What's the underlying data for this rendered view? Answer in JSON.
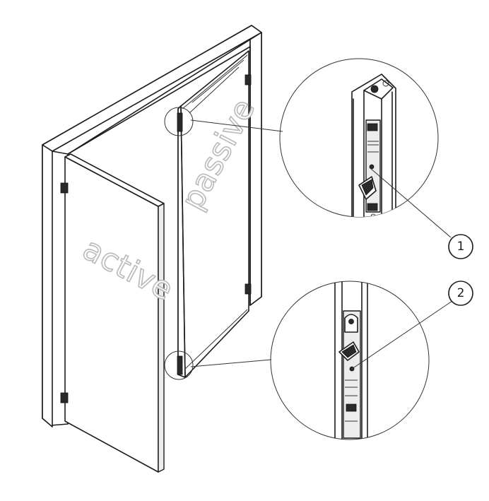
{
  "labels": {
    "active": "active",
    "passive": "passive"
  },
  "callouts": [
    {
      "number": "1"
    },
    {
      "number": "2"
    }
  ],
  "colors": {
    "line": "#1c1c1c",
    "door_text_outline": "#b9b9b9",
    "background": "#ffffff"
  }
}
